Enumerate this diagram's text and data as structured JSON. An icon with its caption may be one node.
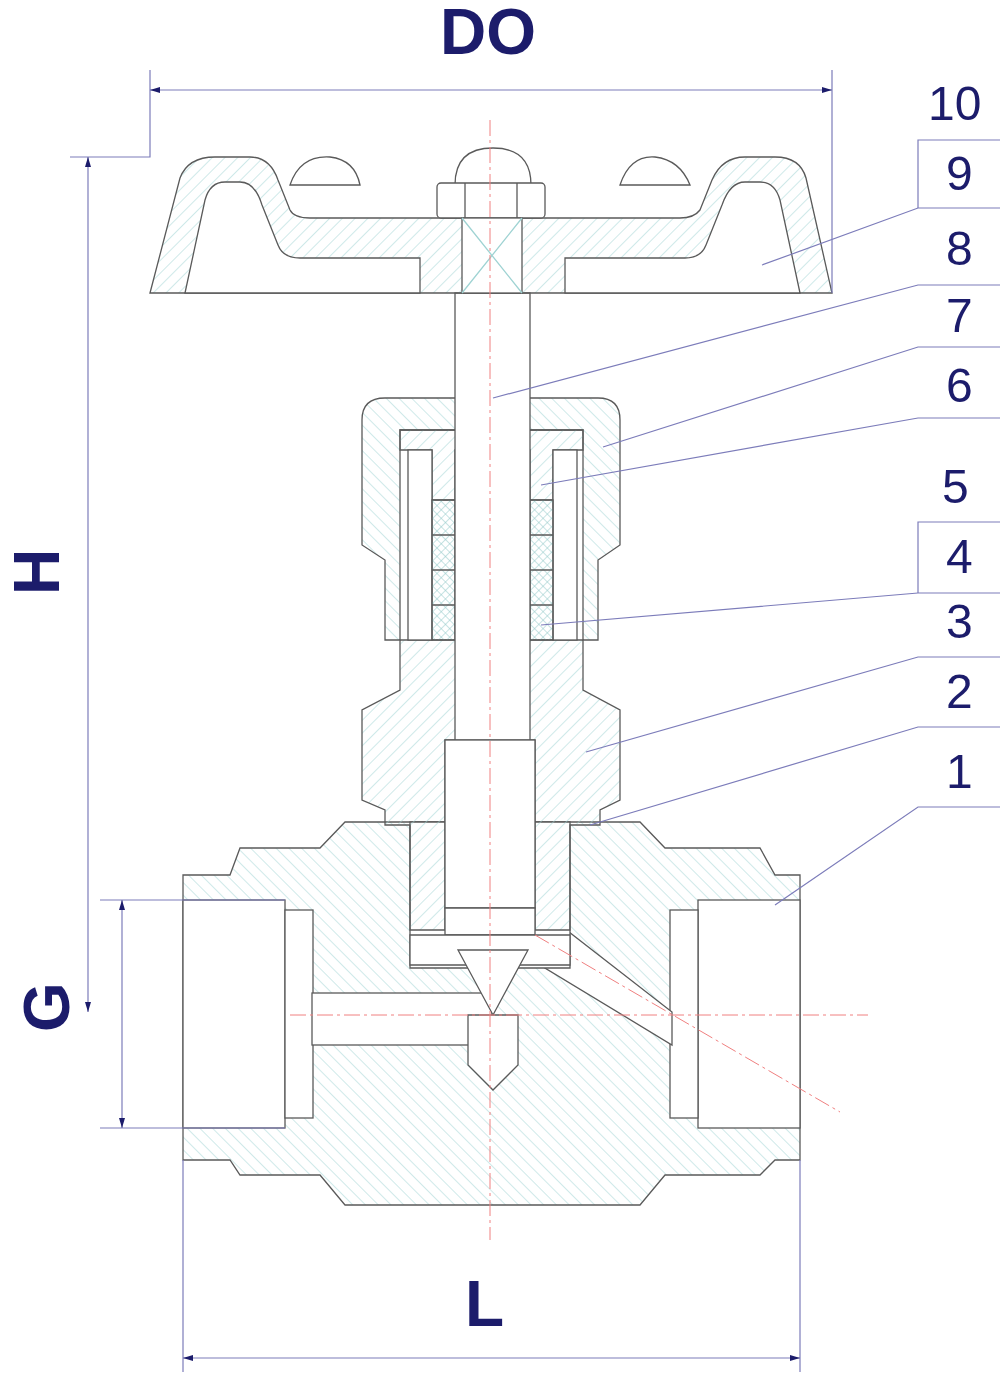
{
  "diagram": {
    "nodes": [
      {
        "text": [
          "9"
        ]
      },
      {
        "text": [
          "8"
        ]
      },
      {
        "text": [
          "7"
        ]
      },
      {
        "text": [
          "6"
        ]
      },
      {
        "text": [
          "4"
        ]
      },
      {
        "text": [
          "3"
        ]
      },
      {
        "text": [
          "2"
        ]
      },
      {
        "text": [
          "1"
        ]
      }
    ],
    "edges": [
      {
        "from": 0,
        "to": null,
        "arrow": "none"
      },
      {
        "from": 1,
        "to": null,
        "arrow": "none"
      },
      {
        "from": 2,
        "to": null,
        "arrow": "none"
      },
      {
        "from": 3,
        "to": null,
        "arrow": "none"
      },
      {
        "from": 4,
        "to": null,
        "arrow": "none"
      },
      {
        "from": 5,
        "to": null,
        "arrow": "none"
      },
      {
        "from": 6,
        "to": null,
        "arrow": "none"
      },
      {
        "from": 7,
        "to": null,
        "arrow": "none"
      }
    ],
    "labels": [
      "DO",
      "10",
      "H",
      "5",
      "G",
      "L"
    ]
  }
}
